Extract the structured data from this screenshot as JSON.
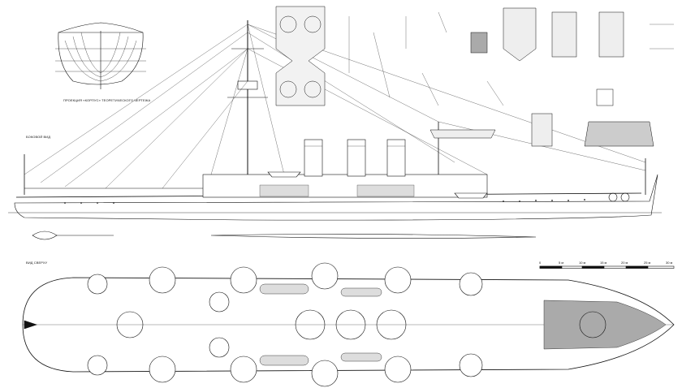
{
  "labels": {
    "body_plan": "ПРОЕКЦИЯ «КОРПУС» ТЕОРЕТИЧЕСКОГО ЧЕРТЕЖА",
    "side_view": "БОКОВОЙ ВИД",
    "top_view": "ВИД СВЕРХУ"
  },
  "scale_bar": {
    "ticks": [
      "0",
      "5 м",
      "10 м",
      "15 м",
      "20 м",
      "25 м",
      "30 м"
    ]
  },
  "colors": {
    "ink": "#111111",
    "background": "#ffffff",
    "shade": "#9a9a9a"
  }
}
